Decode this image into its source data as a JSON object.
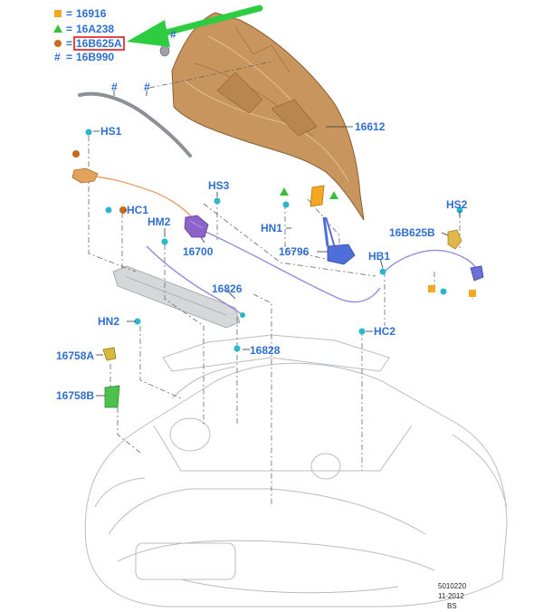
{
  "legend": {
    "square_code": "16916",
    "triangle_code": "16A238",
    "circle_code": "16B625A",
    "hash_symbol": "#",
    "hash_code": "16B990",
    "eq": "="
  },
  "labels": {
    "hs1": "HS1",
    "hs2": "HS2",
    "hs3": "HS3",
    "hc1": "HC1",
    "hc2": "HC2",
    "hm2": "HM2",
    "hn1": "HN1",
    "hn2": "HN2",
    "hb1": "HB1",
    "p16612": "16612",
    "p16700": "16700",
    "p16796": "16796",
    "p16b625b": "16B625B",
    "p16826": "16826",
    "p16828": "16828",
    "p16758a": "16758A",
    "p16758b": "16758B",
    "hash1": "#",
    "hash2": "#",
    "hash3": "#"
  },
  "stamp": {
    "ref": "5010220",
    "date": "11-2012",
    "code": "BS"
  },
  "colors": {
    "label_blue": "#2f6fcf",
    "hood_tan": "#c9955e",
    "cable_purple": "#8f8fd8",
    "clip_teal": "#2ab7c9",
    "square_orange": "#f5a623",
    "triangle_green": "#3bbf3b",
    "circle_brown": "#c86a1e",
    "arrow_green": "#2ecc40",
    "highlight_red": "#e01818"
  }
}
